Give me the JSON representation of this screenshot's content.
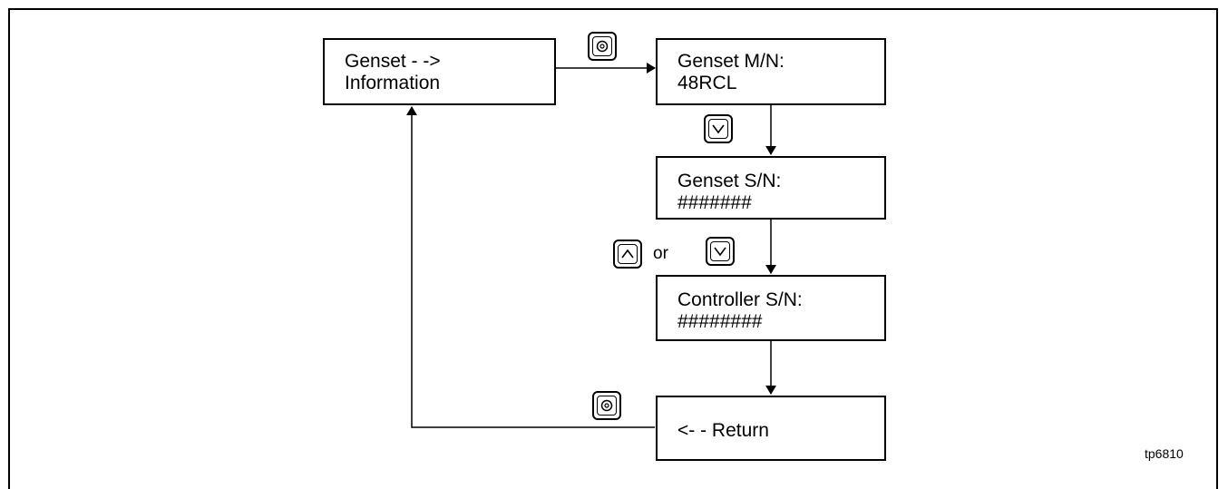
{
  "boxes": {
    "genset_info": {
      "line1": "Genset - ->",
      "line2": "Information"
    },
    "genset_mn": {
      "line1": "Genset M/N:",
      "line2": "48RCL"
    },
    "genset_sn": {
      "line1": "Genset S/N:",
      "line2": "#######"
    },
    "controller_sn": {
      "line1": "Controller S/N:",
      "line2": "########"
    },
    "return": {
      "line1": "<- - Return"
    }
  },
  "connector_text": {
    "or": "or"
  },
  "figure_id": "tp6810",
  "icons": [
    "select-button-icon",
    "down-arrow-button-icon",
    "up-arrow-button-icon"
  ]
}
